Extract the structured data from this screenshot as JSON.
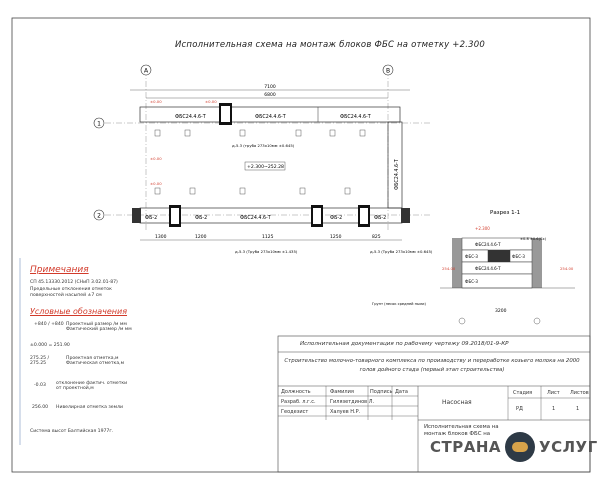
{
  "drawing": {
    "title": "Исполнительная схема на монтаж блоков ФБС на отметку +2.300",
    "axis_labels": [
      "А",
      "В",
      "1",
      "2"
    ],
    "dims_top": [
      "7100",
      "6800"
    ],
    "block_labels_top": [
      "ФБС24.4.6-Т",
      "ФБС24.4.6-Т",
      "ФБС24.4.6-Т"
    ],
    "block_labels_bottom": [
      "ФБ-2",
      "ФБ-2",
      "ФБС24.4.6-Т",
      "ФБ-2",
      "ФБ-2"
    ],
    "block_label_right": "ФБС24.4.6-Т",
    "elev_mark": "+2.300~252.28",
    "dims_bottom": [
      "1300",
      "1200",
      "1125",
      "1250",
      "825"
    ],
    "small_marks": [
      "±0.00",
      "±0.00",
      "±0.00",
      "±0.00"
    ],
    "pipe_note_1": "д-5.3 (труба 273х10мм ±0.645)",
    "pipe_note_2": "д-5.3 (Труба 273х10мм ±1.435)",
    "pipe_note_3": "д-5.3 (Труба 273х10мм ±0.645)"
  },
  "section": {
    "title": "Разрез 1-1",
    "elevations": [
      "+2.300",
      "254.00",
      "254.00"
    ],
    "blocks": [
      "ФБС24.4.6-Т",
      "ФБС-3",
      "ФБС-3",
      "ФБС24.4.6-Т",
      "ФБС-3"
    ],
    "dim": "3200",
    "note": "Грунт (песок средней пыли)",
    "note2": "±0.8 ±0.6(Сх)"
  },
  "notes": {
    "title": "Примечания",
    "lines": [
      "СП 45.13330.2012 (СНиП 3.02.01-87)",
      "Предельные отклонения отметок",
      "поверхностей насыпей ±7 см"
    ]
  },
  "legend": {
    "title": "Условные обозначения",
    "items": [
      {
        "symbol": "+840 / +840",
        "text": "Проектный размер /м мм Фактический размер /м мм"
      },
      {
        "symbol": "±0.000 = 251.90",
        "text": ""
      },
      {
        "symbol": "275.25 / 275.25",
        "text": "Проектная отметка,м Фактическая отметка,м"
      },
      {
        "symbol": "-0.03",
        "text": "отклонение фактич. отметки от проектной,м"
      },
      {
        "symbol": "256.00",
        "text": "Нивелирная отметка земли"
      }
    ],
    "footer": "Система высот Балтийская 1977г."
  },
  "title_block": {
    "doc_title": "Исполнительная документация по рабочему чертежу 09.2018/01-9-КР",
    "project": "Строительство молочно-товарного комплекса по производству и переработке козьего молока на 2000 голов дойного стада (первый этап строительства)",
    "headers": [
      "Стадия",
      "Лист",
      "Листов"
    ],
    "values": [
      "РД",
      "1",
      "1"
    ],
    "sheet_name": "Насосная",
    "sheet_desc": "Исполнительная схема на монтаж блоков ФБС на",
    "people": [
      {
        "role": "Разраб. л.г.с.",
        "name": "Гилязетдинов Л."
      },
      {
        "role": "Геодезист",
        "name": "Халуев Н.Р."
      }
    ],
    "cols": [
      "Должность",
      "Фамилия",
      "Подпись",
      "Дата"
    ]
  },
  "watermark": {
    "text_left": "СТРАНА",
    "text_right": "УСЛУГ"
  }
}
